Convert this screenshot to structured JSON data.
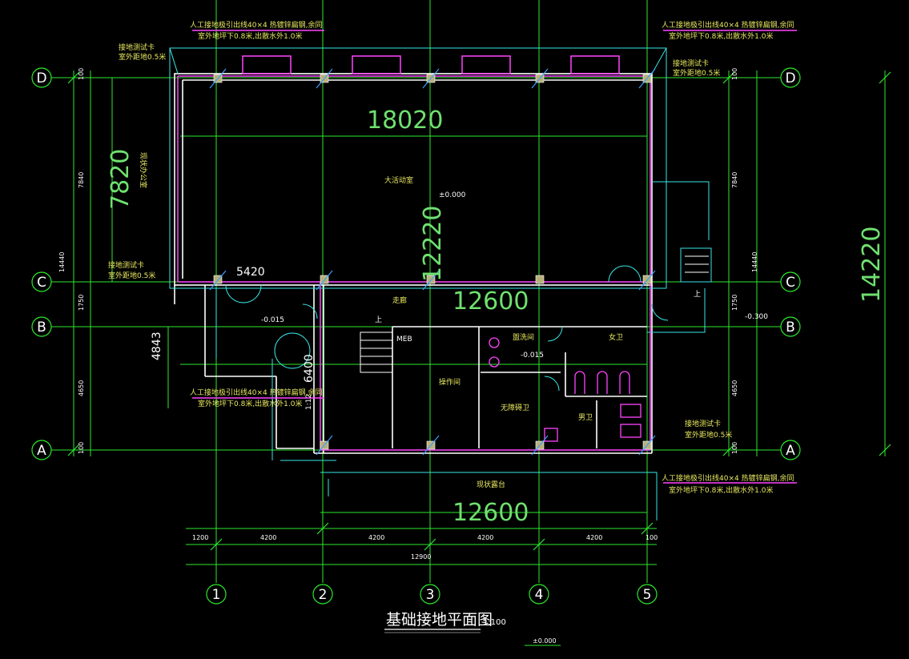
{
  "drawing": {
    "title": "基础接地平面图",
    "scale": "1:100",
    "bottom_level": "±0.000"
  },
  "axes": {
    "vertical": [
      "1",
      "2",
      "3",
      "4",
      "5"
    ],
    "horizontal": [
      "D",
      "C",
      "B",
      "A"
    ]
  },
  "dimensions": {
    "bottom_spans": [
      "1200",
      "4200",
      "4200",
      "4200",
      "4200",
      "100"
    ],
    "bottom_total": "12900",
    "left_spans": [
      "100",
      "7840",
      "1750",
      "4650",
      "100"
    ],
    "left_total": "14440",
    "right_spans": [
      "100",
      "7840",
      "1750",
      "4650",
      "100"
    ],
    "right_total": "14440",
    "big_top": "18020",
    "big_left": "7820",
    "big_mid_v": "12220",
    "big_mid_h": "12600",
    "big_bottom": "12600",
    "big_right": "14220",
    "corridor_left": "5420",
    "left_lower": "4843",
    "stair_6400": "6400",
    "ramp": "1:12"
  },
  "rooms": {
    "hall": "大活动室",
    "hall_level": "±0.000",
    "corridor": "走廊",
    "operation": "操作间",
    "storage": "盥洗间",
    "storage_level": "-0.015",
    "women": "女卫",
    "men": "男卫",
    "accessible": "无障碍卫",
    "meb": "MEB",
    "office": "现状办公室",
    "terrace": "现状露台",
    "up": "上",
    "left_level": "-0.015",
    "right_level": "-0.300",
    "stair_level": "-0.300"
  },
  "notes": {
    "ground_line1": "人工接地极引出线40×4 热镀锌扁钢,余同",
    "ground_line2": "室外地坪下0.8米,出散水外1.0米",
    "test_card": "接地测试卡",
    "test_height": "室外距地0.5米",
    "test_height_alt": "室外距地0.5米"
  },
  "colors": {
    "axis_line": "#2ee82e",
    "wall": "#ffffff",
    "ground_bar": "#ff44ff",
    "cyan": "#39e6e6",
    "column": "#b8b07a"
  }
}
